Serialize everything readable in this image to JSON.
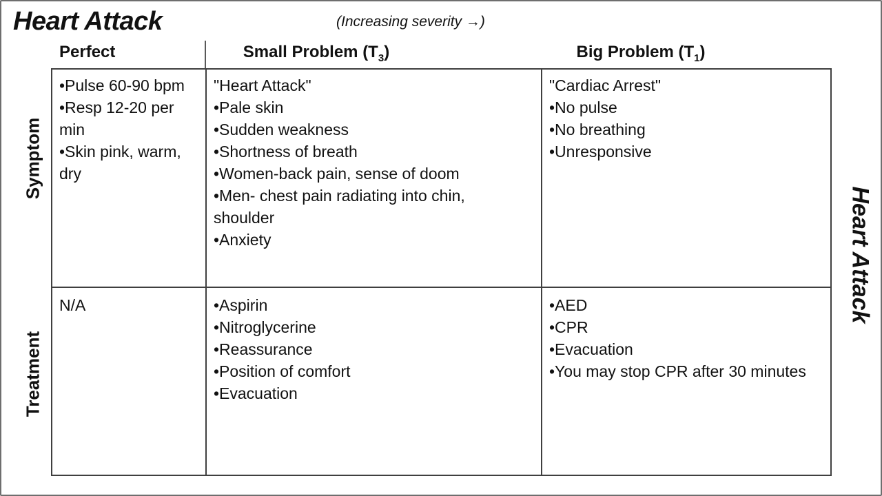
{
  "slide": {
    "title": "Heart Attack",
    "severity_note": "(Increasing severity →)",
    "side_label": "Heart Attack",
    "colors": {
      "background": "#ffffff",
      "text": "#111111",
      "grid_line": "#3f3f3f",
      "slide_border": "#6e6e6e"
    }
  },
  "table": {
    "column_headers": [
      {
        "prefix": "Perfect",
        "sub": "",
        "suffix": ""
      },
      {
        "prefix": "Small Problem (T",
        "sub": "3",
        "suffix": ")"
      },
      {
        "prefix": "Big Problem (T",
        "sub": "1",
        "suffix": ")"
      }
    ],
    "rows": [
      {
        "label": "Symptom",
        "cells": {
          "perfect": [
            "•Pulse 60-90 bpm",
            "•Resp 12-20 per",
            "min",
            "•Skin pink, warm,",
            "dry"
          ],
          "small_problem": [
            "\"Heart Attack\"",
            "•Pale skin",
            "•Sudden weakness",
            "•Shortness of breath",
            "•Women-back pain, sense of doom",
            "•Men- chest pain radiating into chin,",
            "shoulder",
            "•Anxiety"
          ],
          "big_problem": [
            "\"Cardiac Arrest\"",
            "•No pulse",
            "•No breathing",
            "•Unresponsive"
          ]
        }
      },
      {
        "label": "Treatment",
        "cells": {
          "perfect": [
            "N/A"
          ],
          "small_problem": [
            "•Aspirin",
            "•Nitroglycerine",
            "•Reassurance",
            "•Position of comfort",
            "•Evacuation"
          ],
          "big_problem": [
            "•AED",
            "•CPR",
            "•Evacuation",
            "•You may stop CPR after 30 minutes"
          ]
        }
      }
    ]
  }
}
